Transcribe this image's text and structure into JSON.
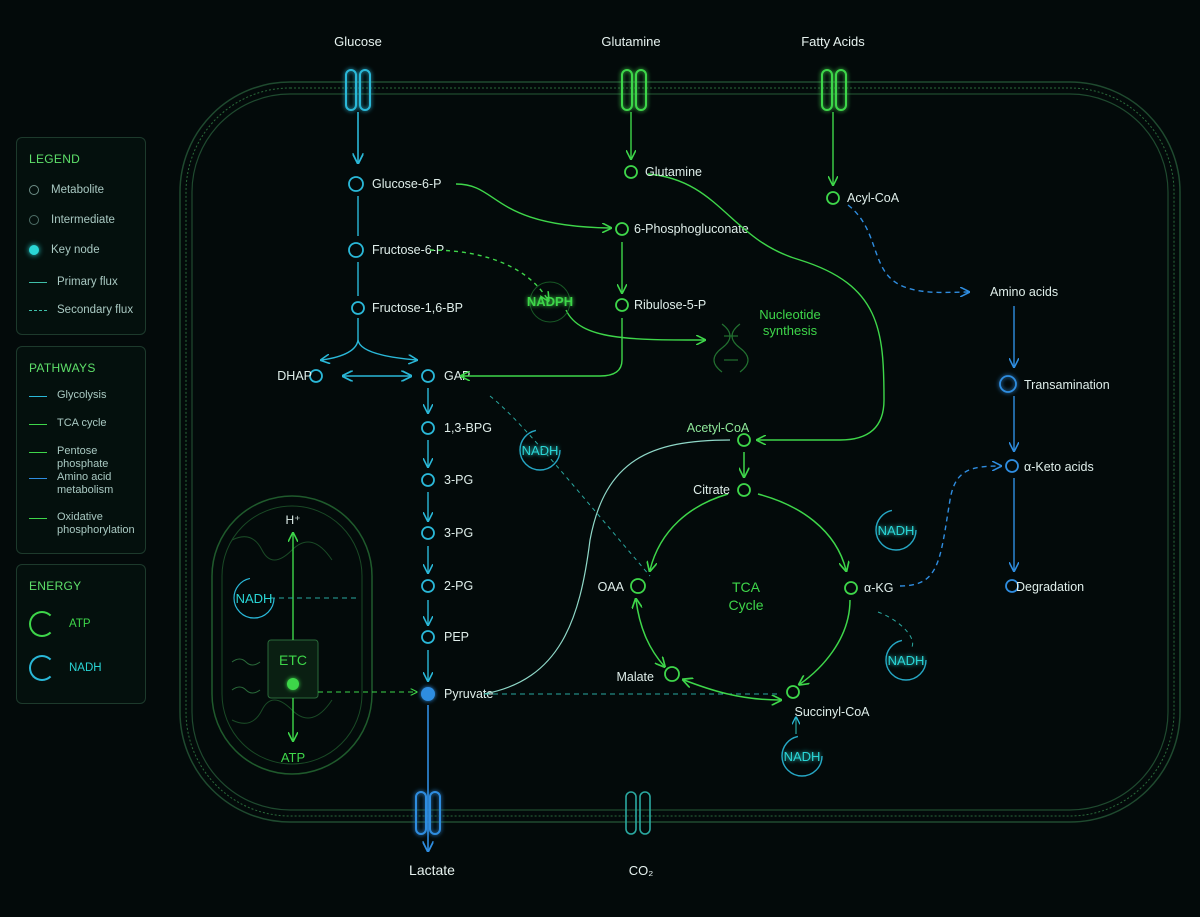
{
  "inputs": {
    "glucose": "Glucose",
    "glutamine": "Glutamine",
    "fatty_acids": "Fatty Acids"
  },
  "outputs": {
    "lactate": "Lactate",
    "co2": "CO₂"
  },
  "legend": {
    "title": "LEGEND",
    "items": [
      "Metabolite",
      "Intermediate",
      "Key node",
      "Primary flux",
      "Secondary flux"
    ]
  },
  "pathways": {
    "title": "PATHWAYS",
    "items": [
      {
        "label": "Glycolysis",
        "color": "#2ab8d8"
      },
      {
        "label": "TCA cycle",
        "color": "#3ed64a"
      },
      {
        "label": "Pentose phosphate",
        "color": "#3ed64a"
      },
      {
        "label": "Amino acid metabolism",
        "color": "#2f8de0"
      },
      {
        "label": "Oxidative phosphorylation",
        "color": "#3ed64a"
      }
    ]
  },
  "energy": {
    "title": "ENERGY",
    "atp": "ATP",
    "nadh": "NADH"
  },
  "glycolysis": {
    "g6p": "Glucose-6-P",
    "f6p": "Fructose-6-P",
    "f16bp": "Fructose-1,6-BP",
    "dhap": "DHAP",
    "gap": "GAP",
    "bpg13": "1,3-BPG",
    "pg3a": "3-PG",
    "pg3b": "3-PG",
    "pg2": "2-PG",
    "pep": "PEP",
    "pyruvate": "Pyruvate"
  },
  "pentose": {
    "phosphogluconate": "6-Phosphogluconate",
    "ribulose": "Ribulose-5-P",
    "nadph": "NADPH",
    "nucleotide": "Nucleotide synthesis"
  },
  "tca": {
    "center_line1": "TCA",
    "center_line2": "Cycle",
    "acetylcoa": "Acetyl-CoA",
    "citrate": "Citrate",
    "akg": "α-KG",
    "succinylcoa": "Succinyl-CoA",
    "malate": "Malate",
    "oaa": "OAA"
  },
  "amino": {
    "glutamine_in": "Glutamine",
    "acylcoa": "Acyl-CoA",
    "aminoacids": "Amino acids",
    "transamination": "Transamination",
    "ketoacids": "α-Keto acids",
    "degradation": "Degradation"
  },
  "mito": {
    "h": "H⁺",
    "nadh": "NADH",
    "etc": "ETC",
    "atp": "ATP"
  },
  "nadh_badge": "NADH",
  "colors": {
    "glyco": "#2ab8d8",
    "tca": "#3ed64a",
    "amino": "#2f8de0",
    "membrane": "#1f4a2f",
    "bg": "#030a0a"
  }
}
